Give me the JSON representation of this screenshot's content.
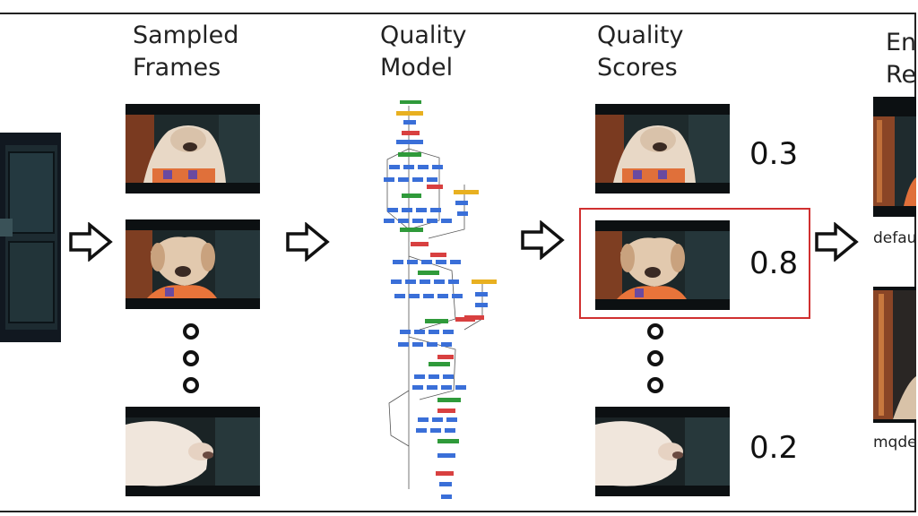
{
  "labels": {
    "sampled_frames": [
      "Sampled",
      "Frames"
    ],
    "quality_model": [
      "Quality",
      "Model"
    ],
    "quality_scores": [
      "Quality",
      "Scores"
    ],
    "enhanced_renditions": [
      "Enh",
      "Ren"
    ]
  },
  "scores": [
    "0.3",
    "0.8",
    "0.2"
  ],
  "renditions": [
    "defau",
    "mqde"
  ],
  "colors": {
    "highlight": "#d03030",
    "node_blue": "#3a6fd8",
    "node_green": "#2f9a3a",
    "node_red": "#d84040",
    "node_yellow": "#e8b020"
  }
}
